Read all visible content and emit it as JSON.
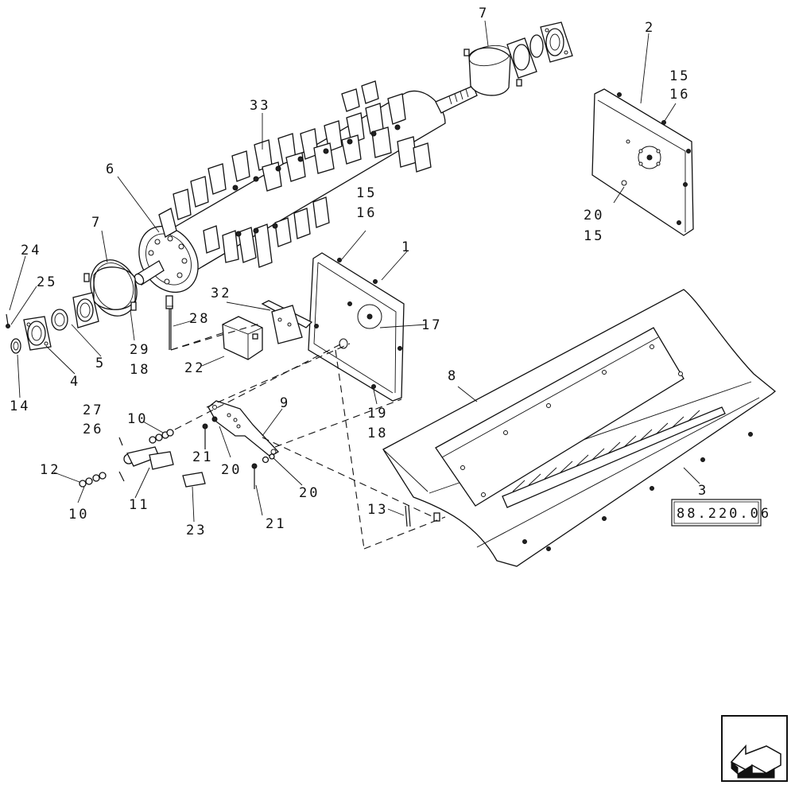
{
  "diagram": {
    "reference_box": "88.220.06",
    "nav_icon": "page-back-arrow-icon",
    "callouts": {
      "c1": "1",
      "c2": "2",
      "c3": "3",
      "c4": "4",
      "c5": "5",
      "c6": "6",
      "c7a": "7",
      "c7b": "7",
      "c8": "8",
      "c9": "9",
      "c10a": "10",
      "c10b": "10",
      "c11": "11",
      "c12": "12",
      "c13": "13",
      "c14": "14",
      "c15a": "15",
      "c15b": "15",
      "c15c": "15",
      "c16a": "16",
      "c16b": "16",
      "c17": "17",
      "c18a": "18",
      "c18b": "18",
      "c19": "19",
      "c20a": "20",
      "c20b": "20",
      "c20c": "20",
      "c21a": "21",
      "c21b": "21",
      "c22": "22",
      "c23": "23",
      "c24": "24",
      "c25": "25",
      "c26": "26",
      "c27": "27",
      "c28": "28",
      "c29": "29",
      "c32": "32",
      "c33": "33"
    }
  }
}
